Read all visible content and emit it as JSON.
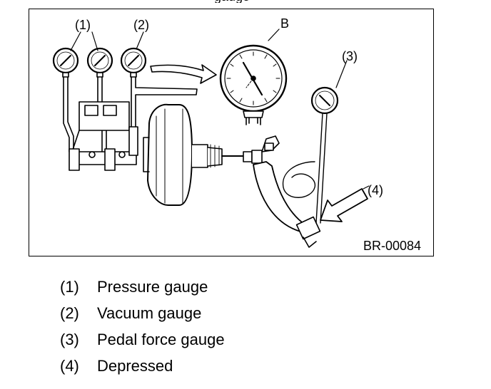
{
  "figure": {
    "top_cut_text": "gauge",
    "callouts": {
      "c1": "(1)",
      "c2": "(2)",
      "c3": "(3)",
      "c4": "(4)",
      "b": "B"
    },
    "figure_code": "BR-00084"
  },
  "legend": [
    {
      "num": "(1)",
      "label": "Pressure gauge"
    },
    {
      "num": "(2)",
      "label": "Vacuum gauge"
    },
    {
      "num": "(3)",
      "label": "Pedal force gauge"
    },
    {
      "num": "(4)",
      "label": "Depressed"
    }
  ]
}
